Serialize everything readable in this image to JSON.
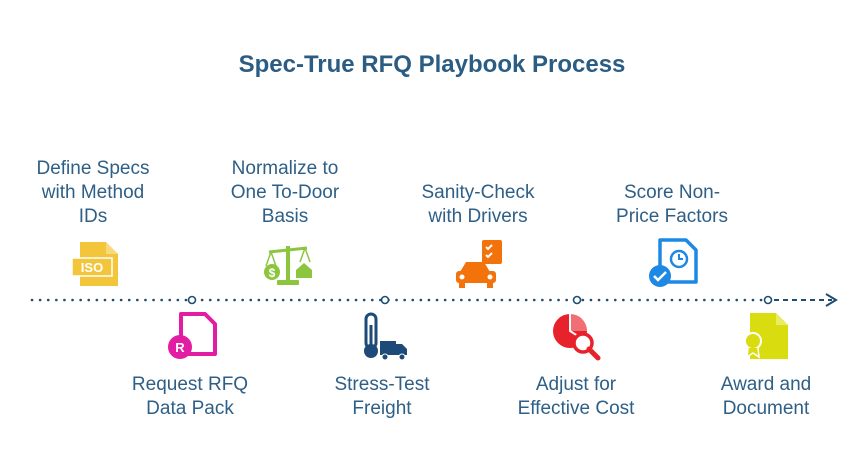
{
  "title": "Spec-True RFQ Playbook Process",
  "colors": {
    "accent": "#2b5d84",
    "line": "#1f4e73",
    "yellow": "#f3c53a",
    "green": "#8cc63f",
    "orange": "#f2720c",
    "blue": "#1e88e5",
    "magenta": "#e21ca3",
    "navy": "#1e4a7a",
    "red": "#e8222a",
    "lime": "#d9dd10"
  },
  "steps": [
    {
      "label": "Define Specs\nwith Method\nIDs",
      "icon": "iso-document-icon",
      "badge_text": "ISO"
    },
    {
      "label": "Request RFQ\nData Pack",
      "icon": "registered-document-icon",
      "badge_text": "R"
    },
    {
      "label": "Normalize to\nOne To-Door\nBasis",
      "icon": "balance-scale-icon"
    },
    {
      "label": "Stress-Test\nFreight",
      "icon": "thermometer-truck-icon"
    },
    {
      "label": "Sanity-Check\nwith Drivers",
      "icon": "car-checklist-icon"
    },
    {
      "label": "Adjust for\nEffective Cost",
      "icon": "pie-chart-magnifier-icon"
    },
    {
      "label": "Score Non-\nPrice Factors",
      "icon": "clock-document-check-icon"
    },
    {
      "label": "Award and\nDocument",
      "icon": "certificate-document-icon"
    }
  ]
}
